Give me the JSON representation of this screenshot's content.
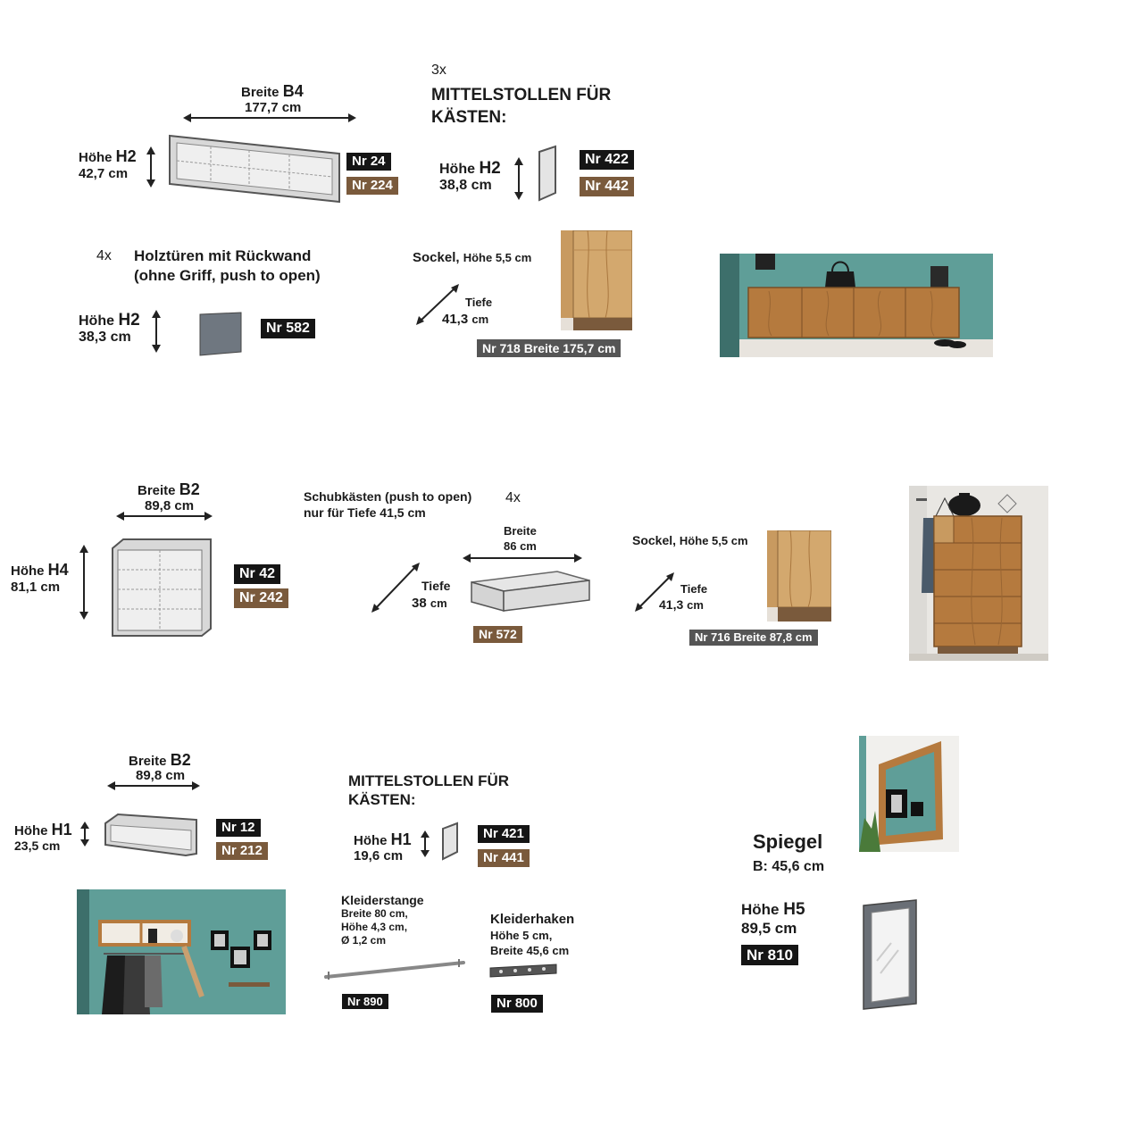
{
  "section1": {
    "cabinet": {
      "breite_label": "Breite",
      "breite_code": "B4",
      "breite_value": "177,7 cm",
      "hoehe_label": "Höhe",
      "hoehe_code": "H2",
      "hoehe_value": "42,7 cm",
      "nr_a": "Nr 24",
      "nr_b": "Nr 224"
    },
    "mittelstollen": {
      "count": "3x",
      "title_line1": "MITTELSTOLLEN FÜR",
      "title_line2": "KÄSTEN:",
      "hoehe_label": "Höhe",
      "hoehe_code": "H2",
      "hoehe_value": "38,8 cm",
      "nr_a": "Nr 422",
      "nr_b": "Nr 442"
    },
    "doors": {
      "count": "4x",
      "line1": "Holztüren mit Rückwand",
      "line2": "(ohne Griff, push to open)",
      "hoehe_label": "Höhe",
      "hoehe_code": "H2",
      "hoehe_value": "38,3 cm",
      "nr": "Nr 582"
    },
    "sockel": {
      "label": "Sockel,",
      "hoehe_text": "Höhe 5,5 cm",
      "tiefe_label": "Tiefe",
      "tiefe_value": "41,3",
      "tiefe_unit": "cm",
      "nr": "Nr 718  Breite 175,7 cm"
    }
  },
  "section2": {
    "cabinet": {
      "breite_label": "Breite",
      "breite_code": "B2",
      "breite_value": "89,8 cm",
      "hoehe_label": "Höhe",
      "hoehe_code": "H4",
      "hoehe_value": "81,1 cm",
      "nr_a": "Nr 42",
      "nr_b": "Nr 242"
    },
    "drawers": {
      "line1": "Schubkästen (push to open)",
      "line2": "nur für Tiefe 41,5 cm",
      "count": "4x",
      "breite_label": "Breite",
      "breite_value": "86 cm",
      "tiefe_label": "Tiefe",
      "tiefe_value": "38",
      "tiefe_unit": "cm",
      "nr": "Nr 572"
    },
    "sockel": {
      "label": "Sockel,",
      "hoehe_text": "Höhe 5,5 cm",
      "tiefe_label": "Tiefe",
      "tiefe_value": "41,3",
      "tiefe_unit": "cm",
      "nr": "Nr 716  Breite 87,8 cm"
    }
  },
  "section3": {
    "shelf": {
      "breite_label": "Breite",
      "breite_code": "B2",
      "breite_value": "89,8 cm",
      "hoehe_label": "Höhe",
      "hoehe_code": "H1",
      "hoehe_value": "23,5 cm",
      "nr_a": "Nr 12",
      "nr_b": "Nr 212"
    },
    "mittelstollen": {
      "title_line1": "MITTELSTOLLEN FÜR",
      "title_line2": "KÄSTEN:",
      "hoehe_label": "Höhe",
      "hoehe_code": "H1",
      "hoehe_value": "19,6 cm",
      "nr_a": "Nr 421",
      "nr_b": "Nr 441"
    },
    "kleiderstange": {
      "title": "Kleiderstange",
      "line1": "Breite 80 cm,",
      "line2": "Höhe 4,3 cm,",
      "line3": "Ø 1,2 cm",
      "nr": "Nr 890"
    },
    "kleiderhaken": {
      "title": "Kleiderhaken",
      "line1": "Höhe 5 cm,",
      "line2": "Breite 45,6 cm",
      "nr": "Nr 800"
    },
    "spiegel": {
      "title": "Spiegel",
      "breite_text": "B: 45,6 cm",
      "hoehe_label": "Höhe",
      "hoehe_code": "H5",
      "hoehe_value": "89,5 cm",
      "nr": "Nr 810"
    }
  },
  "colors": {
    "badge_black": "#151515",
    "badge_brown": "#7a5a3c",
    "badge_grey": "#555555",
    "wall_teal": "#5f9e98",
    "oak": "#b57a3e"
  }
}
